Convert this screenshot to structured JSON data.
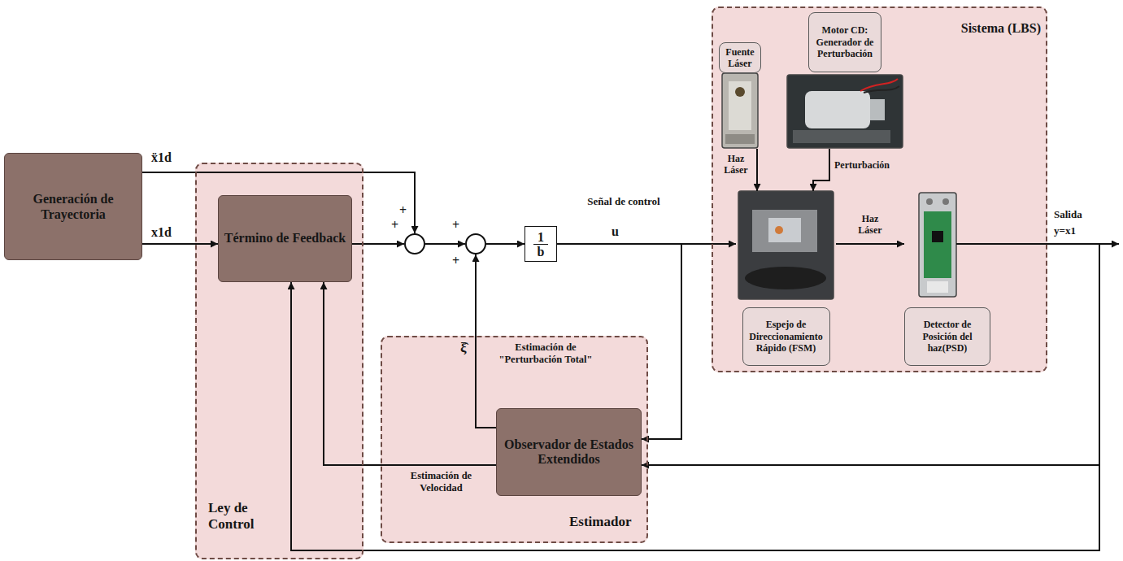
{
  "diagram": {
    "nodes": [
      {
        "text": [
          "Generación de Trayectoria"
        ]
      },
      {
        "text": [
          "Ley de Control"
        ]
      },
      {
        "text": [
          "Término de Feedback"
        ],
        "in": 1
      },
      {
        "text": [
          "+",
          "+"
        ]
      },
      {
        "text": [
          "+",
          "+"
        ]
      },
      {
        "text": [
          "1",
          "b"
        ]
      },
      {
        "text": [
          "Sistema (LBS)"
        ]
      },
      {
        "text": [
          "Fuente Láser"
        ],
        "in": 6
      },
      {
        "text": [
          "Motor CD: Generador de Perturbación"
        ],
        "in": 6
      },
      {
        "text": [
          "Espejo de Direccionamiento Rápido (FSM)"
        ],
        "in": 6
      },
      {
        "text": [
          "Detector de Posición del haz(PSD)"
        ],
        "in": 6
      },
      {
        "text": [
          "Estimador"
        ]
      },
      {
        "text": [
          "Observador de Estados Extendidos"
        ],
        "in": 11
      }
    ],
    "edges": [
      {
        "from": 0,
        "to": 2,
        "label": "x1d",
        "arrow": "to"
      },
      {
        "from": 0,
        "to": 3,
        "label": "ẍ1d",
        "arrow": "to"
      },
      {
        "from": 2,
        "to": 3,
        "arrow": "to"
      },
      {
        "from": 3,
        "to": 4,
        "arrow": "to"
      },
      {
        "from": 4,
        "to": 5,
        "arrow": "to"
      },
      {
        "from": 5,
        "to": 9,
        "label": "Señal de control",
        "arrow": "to"
      },
      {
        "from": 5,
        "to": 12,
        "arrow": "to"
      },
      {
        "from": 12,
        "to": 4,
        "label": "Estimación de \"Perturbación Total\"",
        "arrow": "to"
      },
      {
        "from": 12,
        "to": 2,
        "label": "Estimación de Velocidad",
        "arrow": "to"
      },
      {
        "from": 7,
        "to": 9,
        "label": "Haz Láser",
        "arrow": "to"
      },
      {
        "from": 8,
        "to": 9,
        "label": "Perturbación",
        "arrow": "to"
      },
      {
        "from": 9,
        "to": 10,
        "label": "Haz Láser",
        "arrow": "to"
      },
      {
        "from": 10,
        "to": 12,
        "arrow": "to"
      },
      {
        "from": 10,
        "to": 2,
        "arrow": "to"
      }
    ],
    "labels": [
      "u",
      "ξ̂",
      "Salida",
      "y=x1"
    ]
  }
}
